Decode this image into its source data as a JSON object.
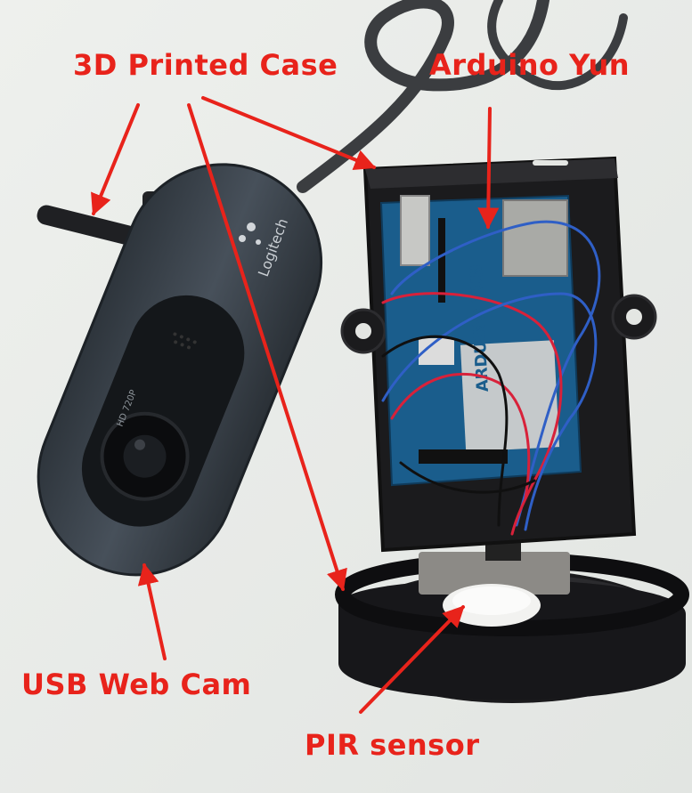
{
  "labels": {
    "case": "3D Printed Case",
    "yun": "Arduino Yun",
    "cam": "USB Web Cam",
    "pir": "PIR sensor"
  },
  "webcam": {
    "brand": "Logitech",
    "model": "HD 720P"
  },
  "board": {
    "name": "ARDUINO YUN"
  },
  "colors": {
    "annotation": "#e8231b",
    "background": "#e9ebe8",
    "case": "#1b1b1d",
    "webcam_body": "#3a4148",
    "board": "#1a5d8c",
    "wire_red": "#d8213a",
    "wire_blue": "#2f5fc6"
  }
}
